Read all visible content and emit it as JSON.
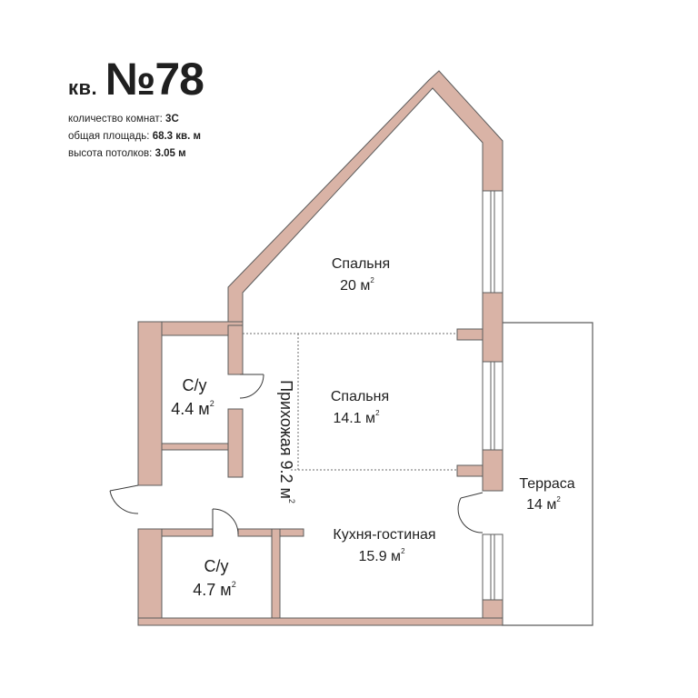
{
  "apartment": {
    "prefix": "кв.",
    "number": "№78"
  },
  "specs": [
    {
      "label": "количество комнат:",
      "value": "3С"
    },
    {
      "label": "общая площадь:",
      "value": "68.3 кв. м"
    },
    {
      "label": "высота потолков:",
      "value": "3.05 м"
    }
  ],
  "rooms": {
    "bedroom1": {
      "name": "Спальня",
      "area": "20 м",
      "sup": "2"
    },
    "bedroom2": {
      "name": "Спальня",
      "area": "14.1 м",
      "sup": "2"
    },
    "bathroom1": {
      "name": "С/у",
      "area": "4.4 м",
      "sup": "2"
    },
    "bathroom2": {
      "name": "С/у",
      "area": "4.7 м",
      "sup": "2"
    },
    "hallway": {
      "name": "Прихожая 9.2 м",
      "sup": "2"
    },
    "kitchen": {
      "name": "Кухня-гостиная",
      "area": "15.9 м",
      "sup": "2"
    },
    "terrace": {
      "name": "Терраса",
      "area": "14 м",
      "sup": "2"
    }
  },
  "colors": {
    "wall": "#d9b3a6",
    "wall_outline": "#5c5c5c",
    "line": "#3a3a3a"
  }
}
